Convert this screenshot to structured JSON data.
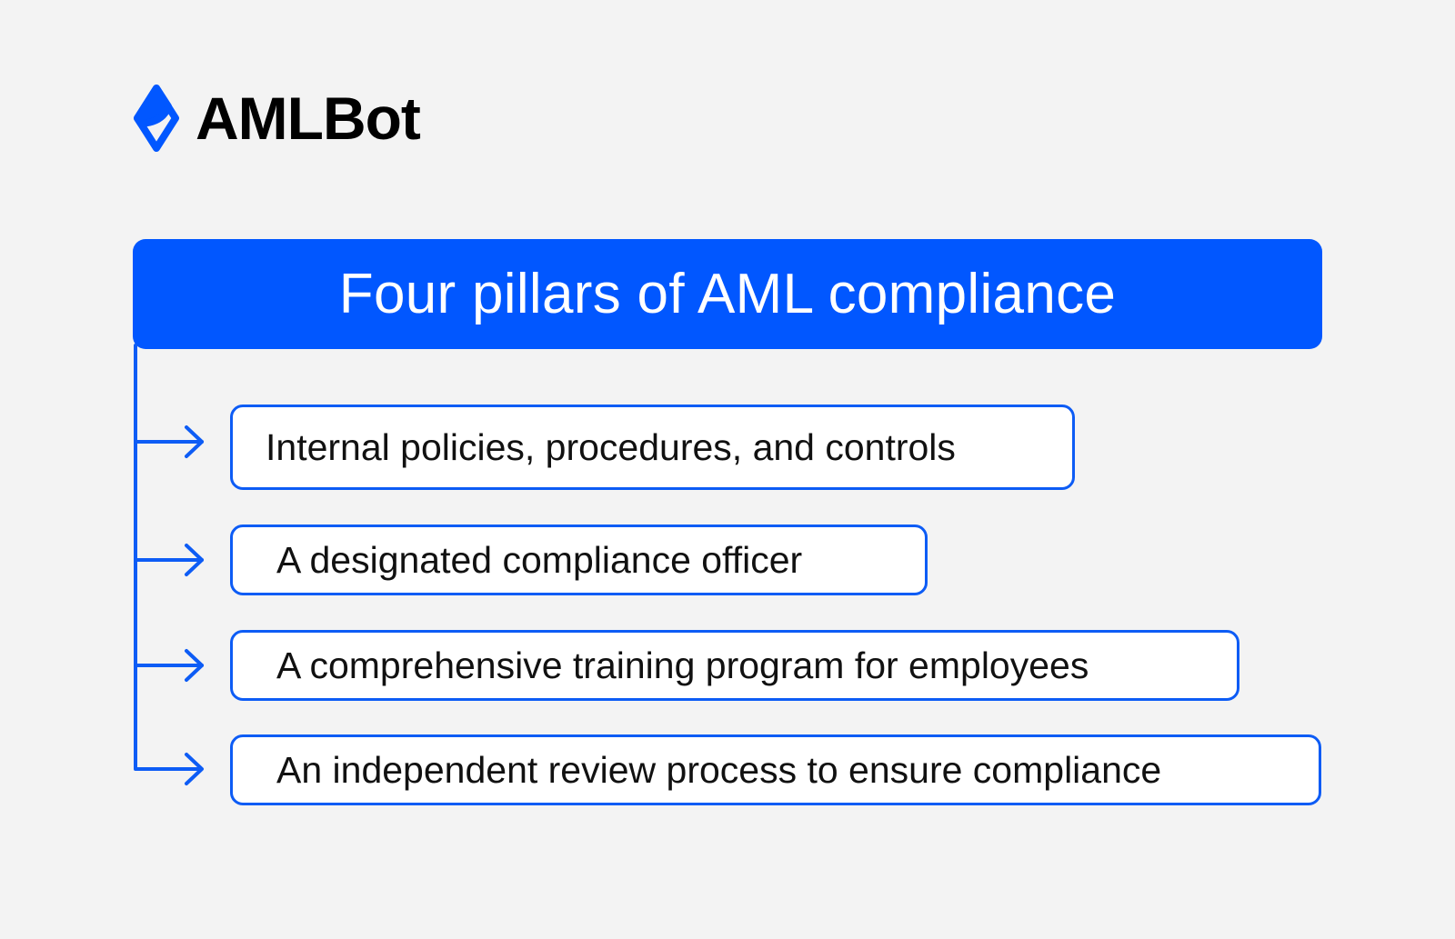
{
  "brand": {
    "name": "AMLBot",
    "icon": "amlbot-diamond-logo-icon",
    "accent_color": "#0157ff"
  },
  "diagram": {
    "title": "Four pillars of AML compliance",
    "connector_icon": "arrow-right-icon",
    "pillars": [
      {
        "label": "Internal policies, procedures, and controls"
      },
      {
        "label": "A designated compliance officer"
      },
      {
        "label": "A comprehensive training program for employees"
      },
      {
        "label": "An independent review process to ensure compliance"
      }
    ]
  },
  "colors": {
    "background": "#f3f3f3",
    "header_fill": "#0157ff",
    "outline": "#0d5cf5",
    "text": "#111111"
  }
}
